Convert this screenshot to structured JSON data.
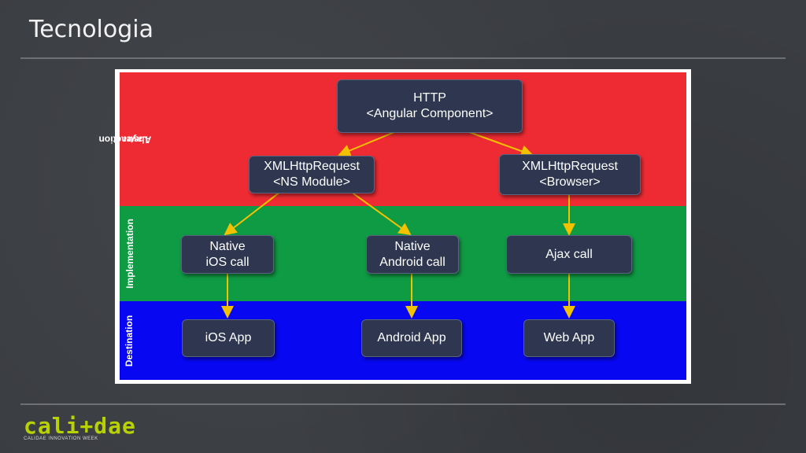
{
  "slide": {
    "title": "Tecnologia"
  },
  "diagram": {
    "layers": [
      {
        "label_line1": "Abstraction",
        "label_line2": "Layer"
      },
      {
        "label_line1": "Implementation",
        "label_line2": ""
      },
      {
        "label_line1": "Destination",
        "label_line2": ""
      }
    ],
    "nodes": {
      "http": {
        "line1": "HTTP",
        "line2": "<Angular Component>"
      },
      "xhr_ns": {
        "line1": "XMLHttpRequest",
        "line2": "<NS Module>"
      },
      "xhr_browser": {
        "line1": "XMLHttpRequest",
        "line2": "<Browser>"
      },
      "native_ios": {
        "line1": "Native",
        "line2": "iOS call"
      },
      "native_android": {
        "line1": "Native",
        "line2": "Android call"
      },
      "ajax": {
        "line1": "Ajax call"
      },
      "ios_app": {
        "line1": "iOS App"
      },
      "android_app": {
        "line1": "Android App"
      },
      "web_app": {
        "line1": "Web App"
      }
    },
    "edges": [
      [
        "http",
        "xhr_ns"
      ],
      [
        "http",
        "xhr_browser"
      ],
      [
        "xhr_ns",
        "native_ios"
      ],
      [
        "xhr_ns",
        "native_android"
      ],
      [
        "xhr_browser",
        "ajax"
      ],
      [
        "native_ios",
        "ios_app"
      ],
      [
        "native_android",
        "android_app"
      ],
      [
        "ajax",
        "web_app"
      ]
    ],
    "colors": {
      "abstraction": "#ee2b33",
      "implementation": "#0f9a44",
      "destination": "#0707f2",
      "node": "#2e3650",
      "arrow": "#f2c200"
    }
  },
  "logo": {
    "word": "cali+dae",
    "tagline": "CALIDAE INNOVATION WEEK"
  }
}
